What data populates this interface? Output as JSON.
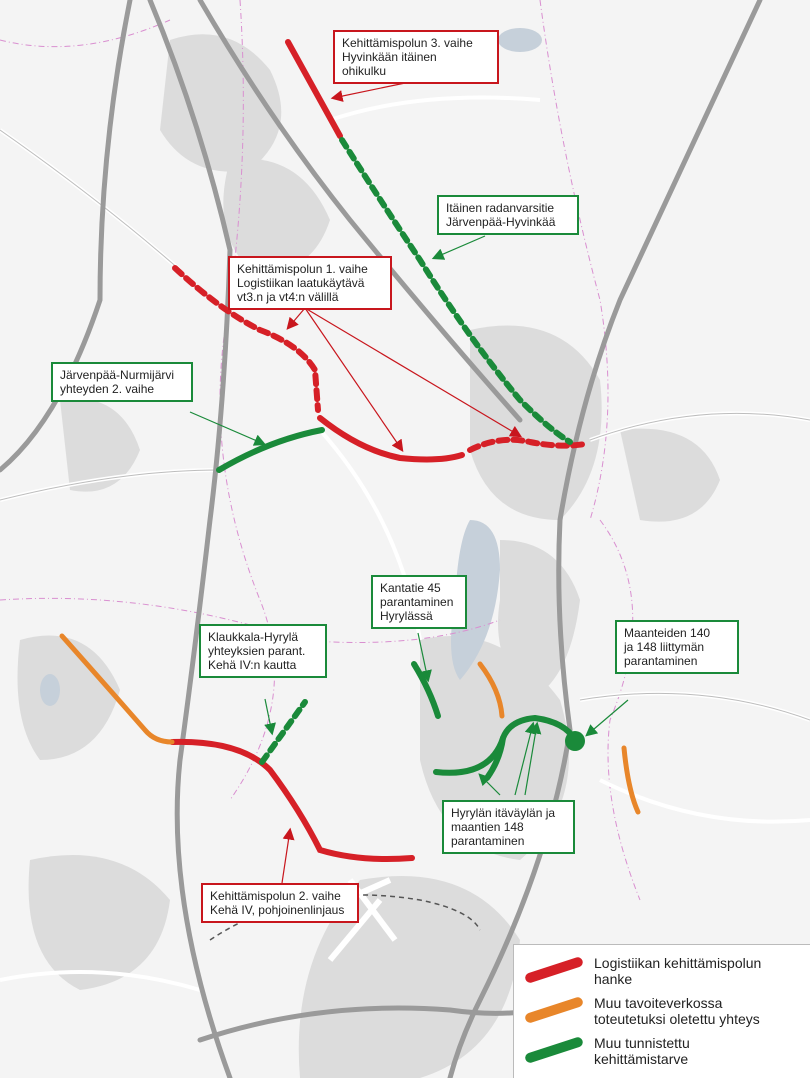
{
  "colors": {
    "red": "#d62027",
    "orange": "#e8862a",
    "green": "#1a8a3a",
    "road": "#9a9a9a",
    "urban": "#d9d9d9",
    "water": "#c9d3dd",
    "boundary": "#d98fd0"
  },
  "labels": {
    "hyvinkaa": "Kehittämispolun 3. vaihe\nHyvinkään itäinen\nohikulku",
    "radanvarsitie": "Itäinen radanvarsitie\nJärvenpää-Hyvinkää",
    "polku1": "Kehittämispolun 1. vaihe\nLogistiikan laatukäytävä\nvt3.n ja vt4:n välillä",
    "nurmijarvi": "Järvenpää-Nurmijärvi\nyhteyden 2. vaihe",
    "kantatie45": "Kantatie 45\nparantaminen\nHyrylässä",
    "klaukkala": "Klaukkala-Hyrylä\nyhteyksien parant.\nKehä IV:n kautta",
    "maantiet140": "Maanteiden 140\nja 148 liittymän\nparantaminen",
    "hyrylaitavayla": "Hyrylän itäväylän ja\nmaantien 148\nparantaminen",
    "polku2": "Kehittämispolun 2. vaihe\nKehä IV, pohjoinenlinjaus"
  },
  "legend": [
    {
      "text": "Logistiikan kehittämispolun\nhanke",
      "color": "#d62027"
    },
    {
      "text": "Muu tavoiteverkossa\ntoteutetuksi oletettu yhteys",
      "color": "#e8862a"
    },
    {
      "text": "Muu tunnistettu\nkehittämistarve",
      "color": "#1a8a3a"
    }
  ]
}
